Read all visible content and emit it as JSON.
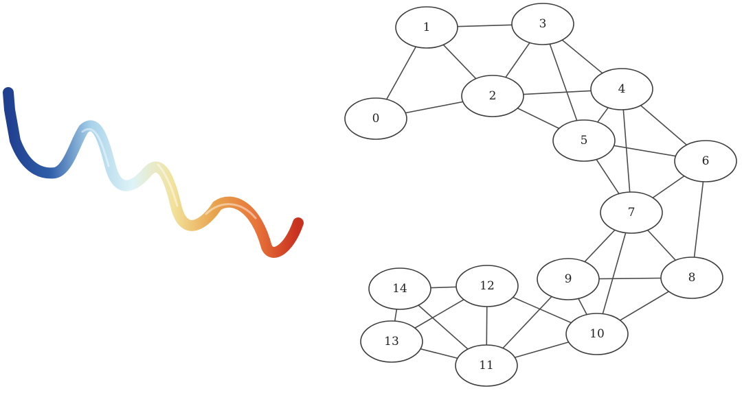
{
  "protein_ribbon": {
    "colors": [
      "#1f3f8f",
      "#2f5da8",
      "#a9d3ea",
      "#dff3f7",
      "#f2e29a",
      "#e8a24c",
      "#e8743a",
      "#c8301f"
    ]
  },
  "graph": {
    "nodes": [
      {
        "id": "0",
        "label": "0"
      },
      {
        "id": "1",
        "label": "1"
      },
      {
        "id": "2",
        "label": "2"
      },
      {
        "id": "3",
        "label": "3"
      },
      {
        "id": "4",
        "label": "4"
      },
      {
        "id": "5",
        "label": "5"
      },
      {
        "id": "6",
        "label": "6"
      },
      {
        "id": "7",
        "label": "7"
      },
      {
        "id": "8",
        "label": "8"
      },
      {
        "id": "9",
        "label": "9"
      },
      {
        "id": "10",
        "label": "10"
      },
      {
        "id": "11",
        "label": "11"
      },
      {
        "id": "12",
        "label": "12"
      },
      {
        "id": "13",
        "label": "13"
      },
      {
        "id": "14",
        "label": "14"
      }
    ],
    "edges": [
      [
        "0",
        "1"
      ],
      [
        "0",
        "2"
      ],
      [
        "1",
        "2"
      ],
      [
        "1",
        "3"
      ],
      [
        "2",
        "3"
      ],
      [
        "2",
        "4"
      ],
      [
        "2",
        "5"
      ],
      [
        "3",
        "4"
      ],
      [
        "3",
        "5"
      ],
      [
        "4",
        "5"
      ],
      [
        "4",
        "6"
      ],
      [
        "4",
        "7"
      ],
      [
        "5",
        "6"
      ],
      [
        "5",
        "7"
      ],
      [
        "6",
        "7"
      ],
      [
        "6",
        "8"
      ],
      [
        "7",
        "8"
      ],
      [
        "7",
        "9"
      ],
      [
        "7",
        "10"
      ],
      [
        "8",
        "9"
      ],
      [
        "8",
        "10"
      ],
      [
        "9",
        "10"
      ],
      [
        "9",
        "11"
      ],
      [
        "10",
        "12"
      ],
      [
        "10",
        "11"
      ],
      [
        "11",
        "12"
      ],
      [
        "11",
        "13"
      ],
      [
        "11",
        "14"
      ],
      [
        "12",
        "13"
      ],
      [
        "12",
        "14"
      ],
      [
        "13",
        "14"
      ]
    ]
  }
}
